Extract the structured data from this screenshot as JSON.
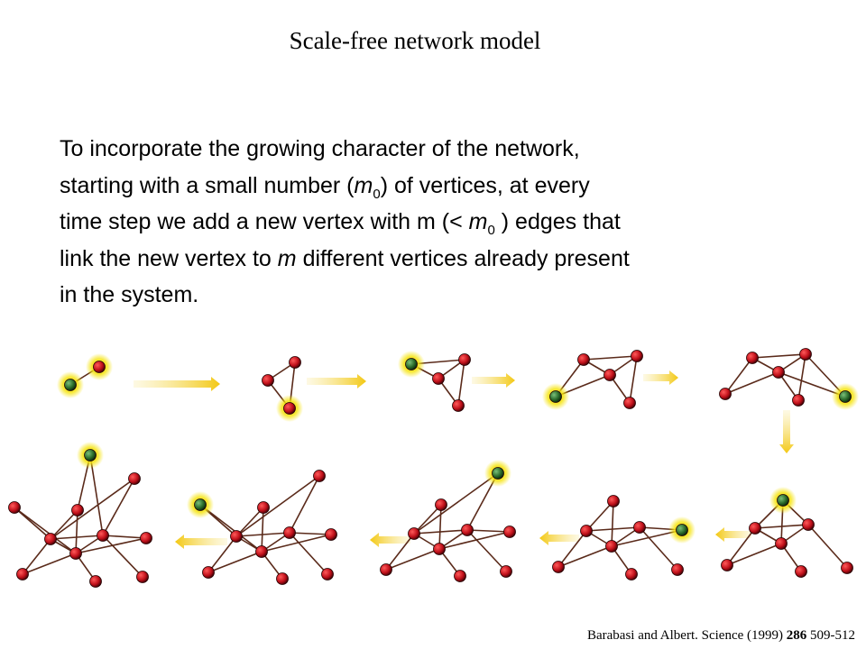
{
  "title": "Scale-free network model",
  "body": {
    "l1": "To incorporate the growing character of the network,",
    "l2a": "starting with a small number (",
    "l2m": "m",
    "l2s": "0",
    "l2b": ") of vertices, at every",
    "l3a": "time step we add a new vertex with m (< ",
    "l3m": "m",
    "l3s": "0",
    "l3b": " ) edges that",
    "l4a": "link the new vertex to ",
    "l4m": "m",
    "l4b": " different vertices already present",
    "l5": "in the system."
  },
  "citation": {
    "authors": "Barabasi and Albert. Science (1999) ",
    "volume": "286",
    "pages": " 509-512"
  },
  "colors": {
    "node": "#c0101a",
    "new_node": "#2a6a2a",
    "glow": "#f5e30a",
    "arrow": "#f3c813",
    "edge": "#5a2a1a"
  }
}
